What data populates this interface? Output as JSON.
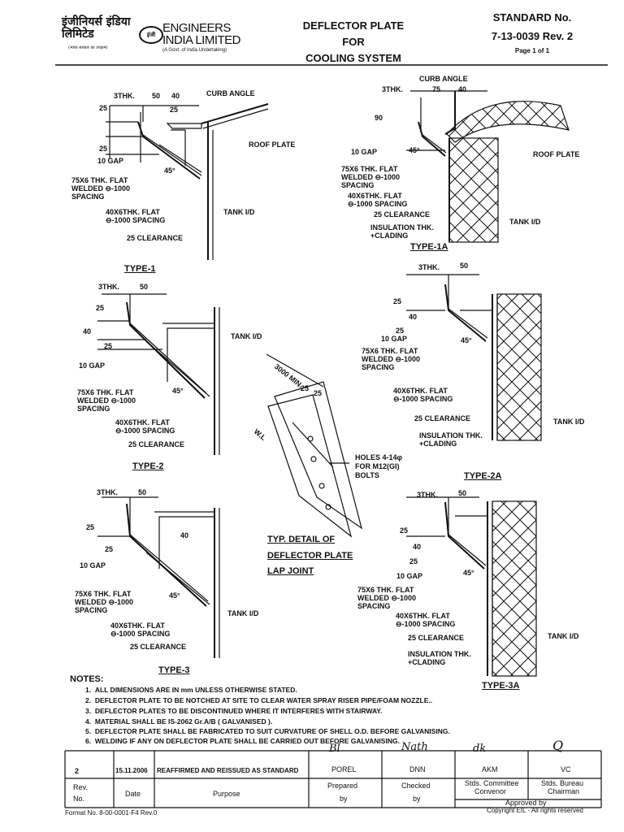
{
  "header": {
    "company_hindi": "इंजीनियर्स इंडिया लिमिटेड",
    "company_hindi_sub": "(भारत सरकार का उपक्रम)",
    "company_en_1": "ENGINEERS",
    "company_en_2": "INDIA LIMITED",
    "company_sub": "(A Govt. of India Undertaking)",
    "logo_text": "इंजी",
    "title_lines": [
      "DEFLECTOR PLATE",
      "FOR",
      "COOLING SYSTEM"
    ],
    "standard_label": "STANDARD No.",
    "standard_number": "7-13-0039 Rev. 2",
    "page": "Page 1 of 1"
  },
  "drawings": {
    "type1": {
      "title": "TYPE-1",
      "labels": [
        "3THK.",
        "50",
        "40",
        "CURB ANGLE",
        "25",
        "25",
        "25",
        "ROOF PLATE",
        "10 GAP",
        "45°",
        "75X6 THK. FLAT",
        "WELDED ⊖-1000",
        "SPACING",
        "40X6THK. FLAT",
        "⊖-1000 SPACING",
        "TANK I/D",
        "25 CLEARANCE"
      ]
    },
    "type1a": {
      "title": "TYPE-1A",
      "labels": [
        "CURB ANGLE",
        "3THK.",
        "75",
        "40",
        "90",
        "10 GAP",
        "45°",
        "ROOF PLATE",
        "75X6 THK. FLAT",
        "WELDED ⊖-1000",
        "SPACING",
        "40X6THK. FLAT",
        "⊖-1000 SPACING",
        "25 CLEARANCE",
        "TANK I/D",
        "INSULATION THK.",
        "+CLADING"
      ]
    },
    "type2": {
      "title": "TYPE-2",
      "labels": [
        "3THK.",
        "50",
        "25",
        "40",
        "25",
        "TANK I/D",
        "10 GAP",
        "75X6 THK. FLAT",
        "WELDED ⊖-1000",
        "SPACING",
        "45°",
        "40X6THK. FLAT",
        "⊖-1000 SPACING",
        "25 CLEARANCE"
      ]
    },
    "type2a": {
      "title": "TYPE-2A",
      "labels": [
        "3THK.",
        "50",
        "25",
        "40",
        "25",
        "10 GAP",
        "45°",
        "75X6 THK. FLAT",
        "WELDED ⊖-1000",
        "SPACING",
        "40X6THK. FLAT",
        "⊖-1000 SPACING",
        "25 CLEARANCE",
        "TANK I/D",
        "INSULATION THK.",
        "+CLADING"
      ]
    },
    "type3": {
      "title": "TYPE-3",
      "labels": [
        "3THK.",
        "50",
        "25",
        "40",
        "25",
        "10 GAP",
        "45°",
        "75X6 THK. FLAT",
        "WELDED ⊖-1000",
        "SPACING",
        "TANK I/D",
        "40X6THK. FLAT",
        "⊖-1000 SPACING",
        "25 CLEARANCE"
      ]
    },
    "type3a": {
      "title": "TYPE-3A",
      "labels": [
        "3THK.",
        "50",
        "25",
        "40",
        "25",
        "10 GAP",
        "45°",
        "75X6 THK. FLAT",
        "WELDED ⊖-1000",
        "SPACING",
        "40X6THK. FLAT",
        "⊖-1000 SPACING",
        "25 CLEARANCE",
        "TANK I/D",
        "INSULATION THK.",
        "+CLADING"
      ]
    },
    "lap_joint": {
      "title_lines": [
        "TYP. DETAIL OF",
        "DEFLECTOR PLATE",
        "LAP JOINT"
      ],
      "labels": [
        "3000 MIN.",
        "25",
        "25",
        "W.L",
        "HOLES 4-14φ",
        "FOR M12(GI)",
        "BOLTS"
      ]
    }
  },
  "notes": {
    "heading": "NOTES:",
    "items": [
      {
        "n": "1.",
        "text": "ALL DIMENSIONS ARE IN mm UNLESS OTHERWISE STATED."
      },
      {
        "n": "2.",
        "text": "DEFLECTOR PLATE TO BE NOTCHED AT SITE TO CLEAR WATER SPRAY RISER PIPE/FOAM NOZZLE.."
      },
      {
        "n": "3.",
        "text": "DEFLECTOR PLATES TO BE DISCONTINUED WHERE IT INTERFERES WITH STAIRWAY."
      },
      {
        "n": "4.",
        "text": "MATERIAL SHALL BE IS-2062 Gr.A/B ( GALVANISED )."
      },
      {
        "n": "5.",
        "text": "DEFLECTOR PLATE SHALL BE FABRICATED TO SUIT CURVATURE OF SHELL O.D. BEFORE GALVANISING."
      },
      {
        "n": "6.",
        "text": "WELDING IF ANY ON DEFLECTOR PLATE SHALL BE CARRIED OUT BEFORE GALVANISING."
      }
    ]
  },
  "revision": {
    "rev": "2",
    "date": "15.11.2006",
    "purpose": "REAFFIRMED AND REISSUED AS STANDARD",
    "prepared": "POREL",
    "checked": "DNN",
    "committee": "AKM",
    "bureau": "VC",
    "headers": {
      "rev": "Rev.",
      "no": "No.",
      "date": "Date",
      "purpose": "Purpose",
      "prepared_1": "Prepared",
      "prepared_2": "by",
      "checked_1": "Checked",
      "checked_2": "by",
      "committee_1": "Stds. Committee",
      "committee_2": "Convenor",
      "bureau_1": "Stds. Bureau",
      "bureau_2": "Chairman",
      "approved": "Approved by"
    }
  },
  "footer": {
    "format": "Format No. 8-00-0001-F4 Rev.0",
    "copyright": "Copyright EIL - All rights reserved"
  }
}
